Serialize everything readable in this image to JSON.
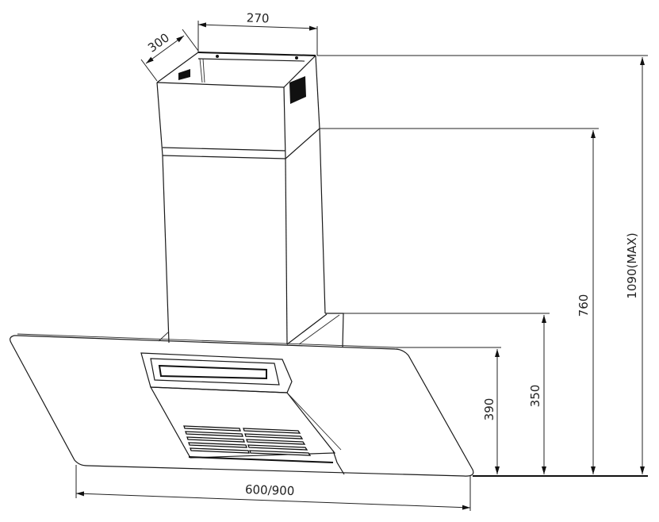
{
  "diagram": {
    "subject": "chimney range hood with slanted glass panel",
    "dimensions": {
      "chimney_width": "270",
      "chimney_depth": "300",
      "total_height_max": "1090(MAX)",
      "chimney_height": "760",
      "glass_height": "390",
      "body_height": "350",
      "overall_width": "600/900"
    }
  }
}
